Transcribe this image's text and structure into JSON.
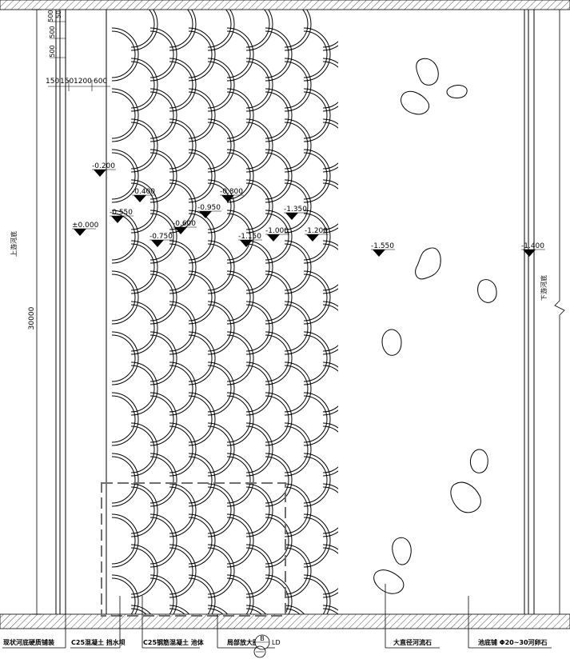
{
  "dimensions": {
    "top_a": "500",
    "top_b": "500",
    "top_c": "50",
    "row_1": "150",
    "row_2": "150",
    "row_3": "1200",
    "row_4": "600",
    "total_height": "30000"
  },
  "side_labels": {
    "upstream": "上游河底",
    "downstream": "下游河底"
  },
  "elevations": [
    {
      "id": "e-0200",
      "label": "-0.200"
    },
    {
      "id": "e-0400",
      "label": "-0.400"
    },
    {
      "id": "e-0550",
      "label": "-0.550"
    },
    {
      "id": "e0000",
      "label": "±0.000"
    },
    {
      "id": "e-0800",
      "label": "-0.800"
    },
    {
      "id": "e-0950",
      "label": "-0.950"
    },
    {
      "id": "e-0600",
      "label": "-0.600"
    },
    {
      "id": "e-0750",
      "label": "-0.750"
    },
    {
      "id": "e-1350",
      "label": "-1.350"
    },
    {
      "id": "e-1000",
      "label": "-1.000"
    },
    {
      "id": "e-1200",
      "label": "-1.200"
    },
    {
      "id": "e-1150",
      "label": "-1.150"
    },
    {
      "id": "e-1550",
      "label": "-1.550"
    },
    {
      "id": "e-1400",
      "label": "-1.400"
    }
  ],
  "bottom_notes": {
    "existing_bed": "现状河底硬质铺装",
    "c25_wall": "C25混凝土 挡水坝",
    "c25_pool": "C25钢筋混凝土 池体",
    "detail_ref": "局部放大图",
    "detail_id": "B",
    "detail_sheet": "LD",
    "big_stone": "大直径河流石",
    "pebbles": "池底铺 Φ20~30河卵石"
  },
  "colors": {
    "line": "#000000",
    "hatch": "#555555",
    "dashed_box": "#6e6e6e"
  }
}
